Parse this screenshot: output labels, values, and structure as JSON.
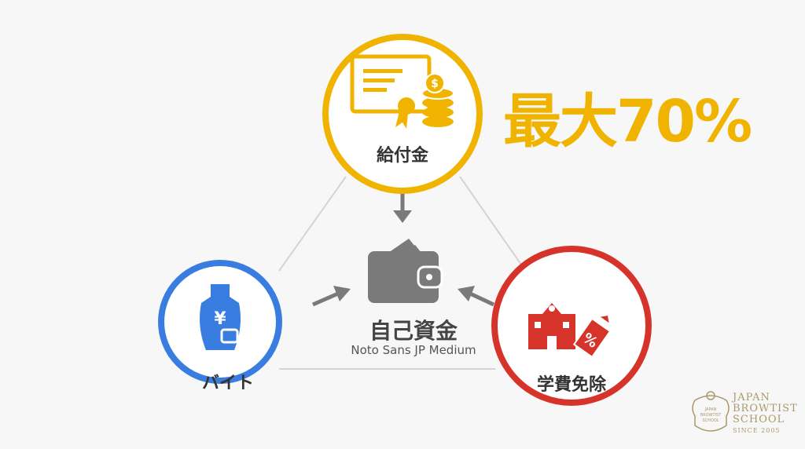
{
  "headline": "最大70%",
  "center": {
    "label": "自己資金",
    "font_note": "Noto Sans JP Medium"
  },
  "nodes": [
    {
      "label": "給付金",
      "color": "#f0b400",
      "icon": "certificate-coins-icon"
    },
    {
      "label": "バイト",
      "color": "#3a7de0",
      "icon": "apron-yen-icon"
    },
    {
      "label": "学費免除",
      "color": "#d6342b",
      "icon": "school-discount-tag-icon"
    }
  ],
  "logo": {
    "emblem": "JAPAN BROWTIST SCHOOL",
    "line1": "JAPAN",
    "line2": "BROWTIST",
    "line3": "SCHOOL",
    "since": "SINCE 2005"
  }
}
